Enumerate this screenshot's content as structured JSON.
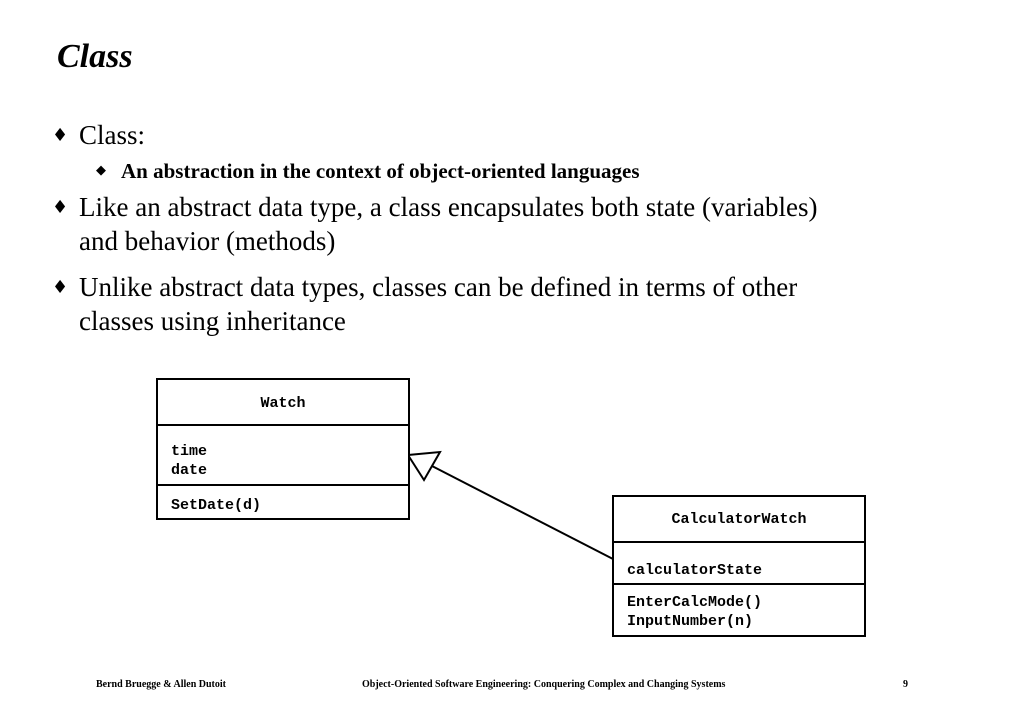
{
  "slide": {
    "title": "Class"
  },
  "bullets": {
    "b1": "Class:",
    "b1_sub": "An abstraction in the context of object-oriented languages",
    "b2_line1": "Like an abstract data type, a class encapsulates both state (variables)",
    "b2_line2": "and behavior (methods)",
    "b3_line1": "Unlike abstract data types, classes can be defined in terms of other",
    "b3_line2": "classes using inheritance",
    "marker": "♦",
    "sub_marker": "◆"
  },
  "diagram": {
    "watch": {
      "name": "Watch",
      "attributes": [
        "time",
        "date"
      ],
      "operations": [
        "SetDate(d)"
      ]
    },
    "calculator_watch": {
      "name": "CalculatorWatch",
      "attributes": [
        "calculatorState"
      ],
      "operations": [
        "EnterCalcMode()",
        "InputNumber(n)"
      ]
    }
  },
  "footer": {
    "authors": "Bernd Bruegge & Allen Dutoit",
    "book": "Object-Oriented Software Engineering: Conquering Complex and Changing Systems",
    "page": "9"
  }
}
